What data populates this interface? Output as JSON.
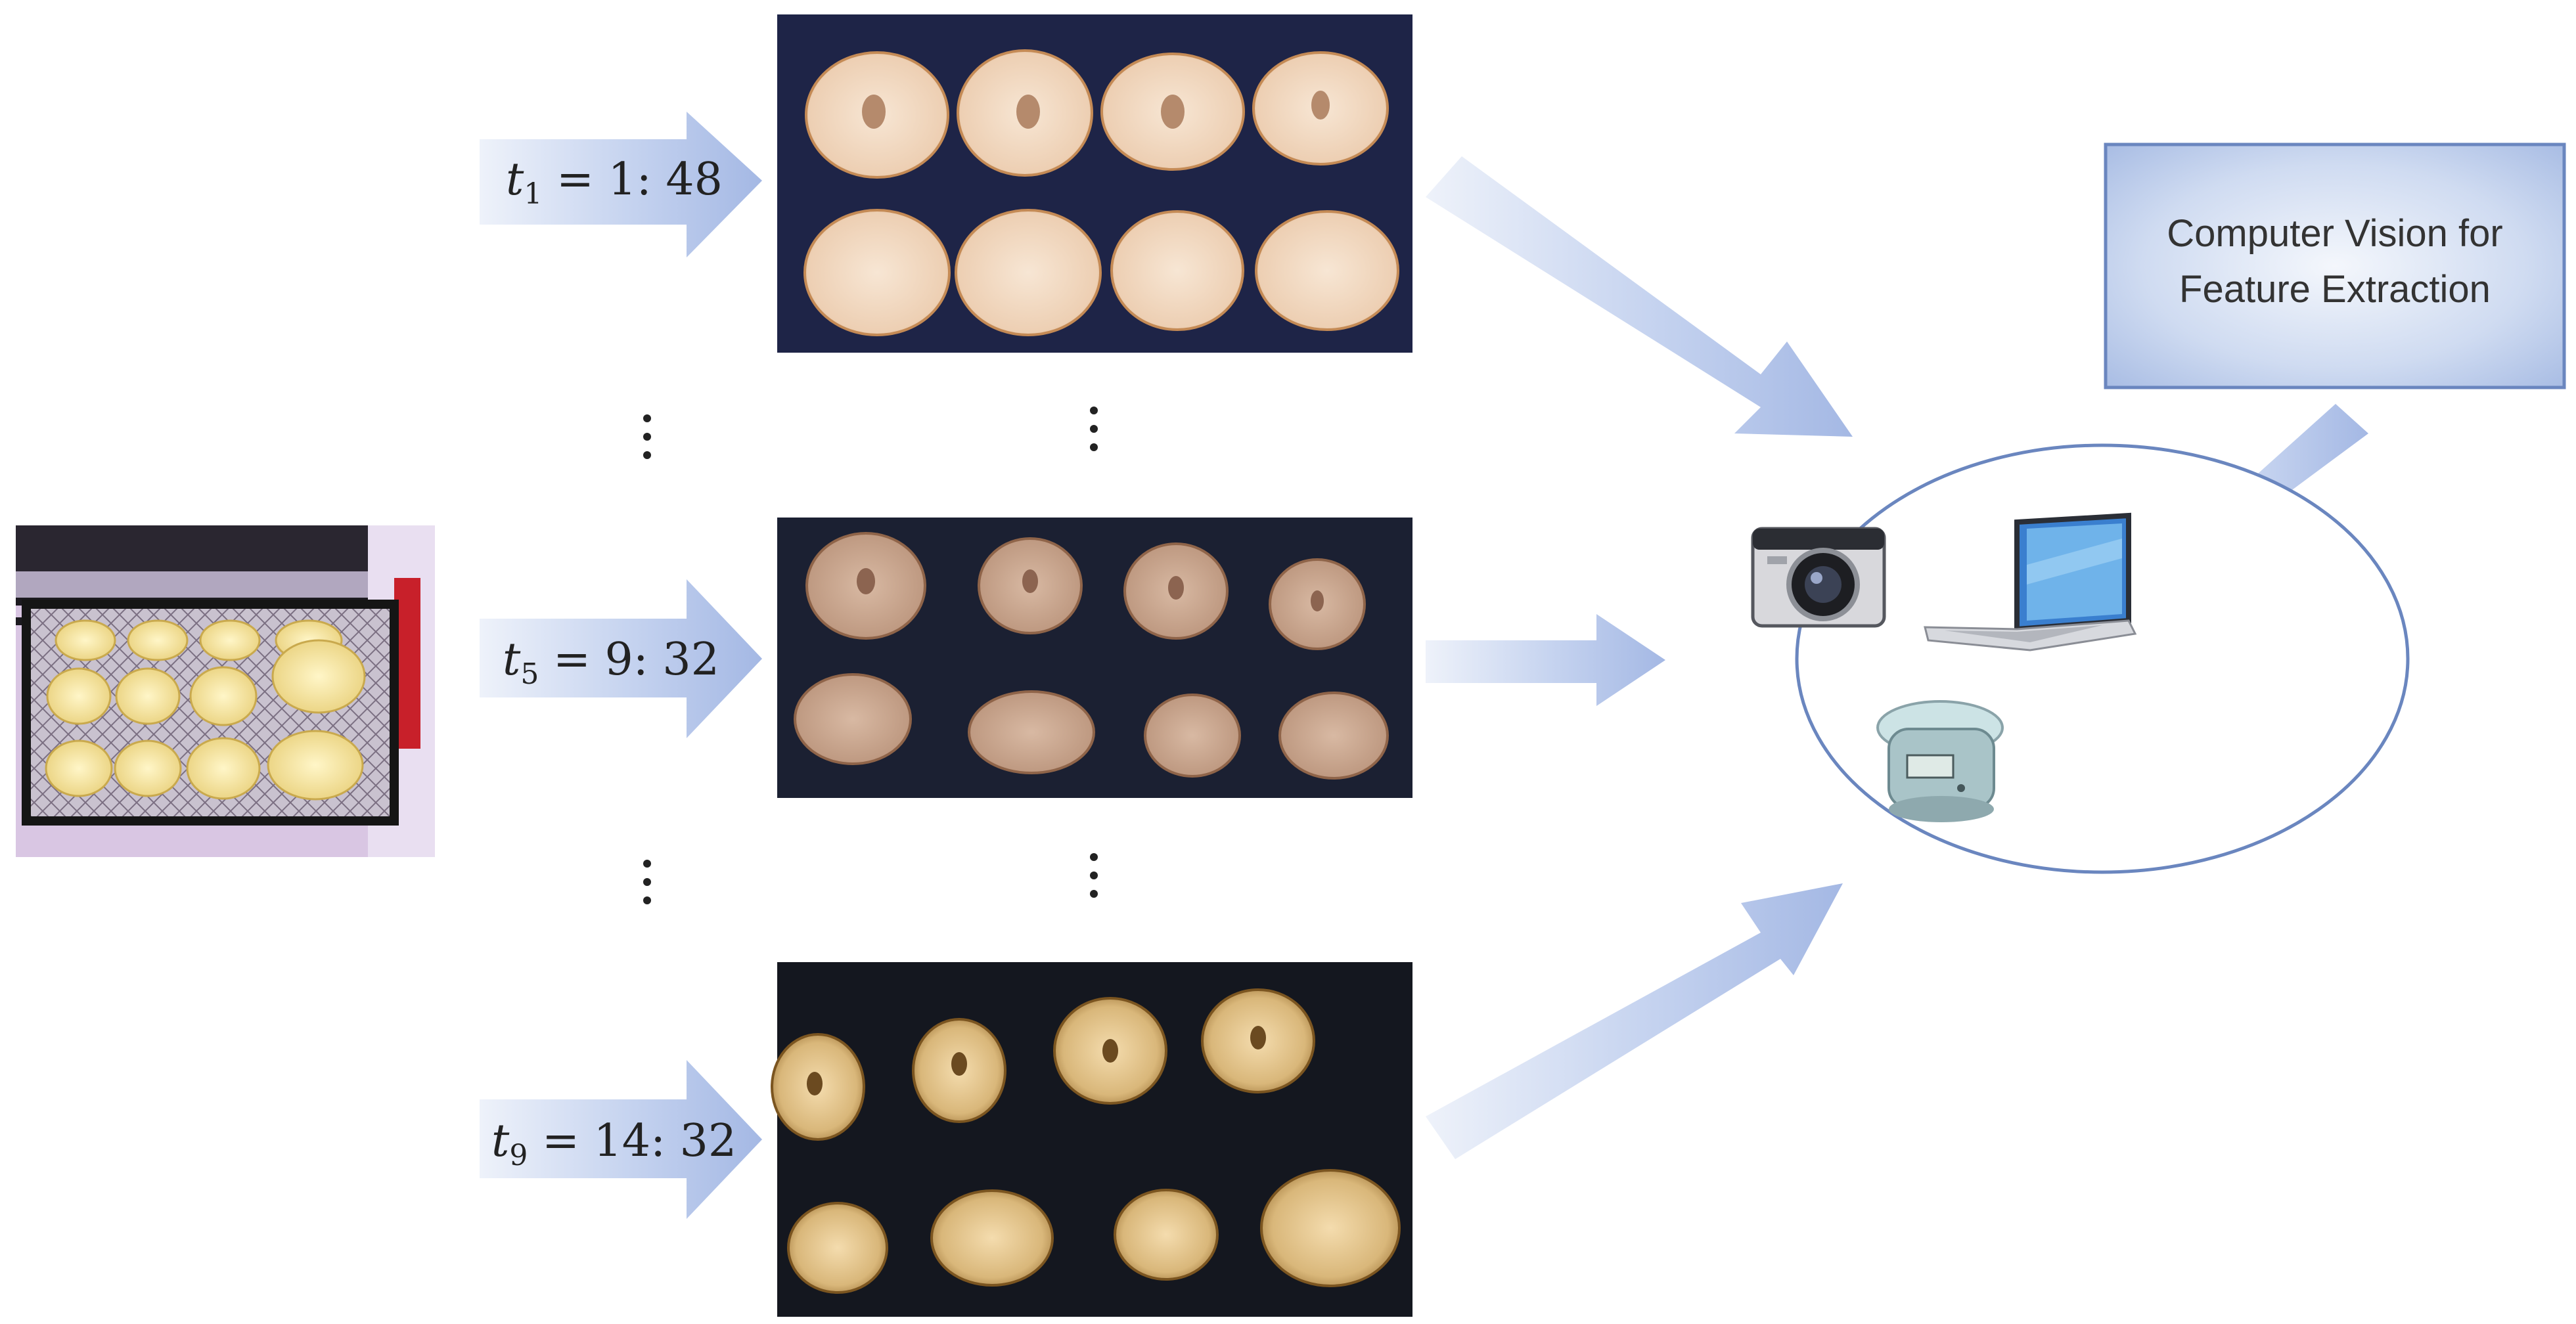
{
  "feature_box": {
    "line1": "Computer Vision for",
    "line2": "Feature Extraction"
  },
  "time_labels": [
    {
      "var": "t",
      "sub": "1",
      "rest": " = 1: 48"
    },
    {
      "var": "t",
      "sub": "5",
      "rest": " = 9: 32"
    },
    {
      "var": "t",
      "sub": "9",
      "rest": " = 14: 32"
    }
  ],
  "devices": [
    "camera-icon",
    "laptop-icon",
    "scale-icon"
  ],
  "colors": {
    "arrow_light": "#e9eef8",
    "arrow_dark": "#a9bde6",
    "photo_bg_1": "#1d2346",
    "photo_bg_2": "#1b2030",
    "photo_bg_3": "#151820",
    "ellipse_stroke": "#6a86bf",
    "box_stroke": "#6a86bf"
  }
}
